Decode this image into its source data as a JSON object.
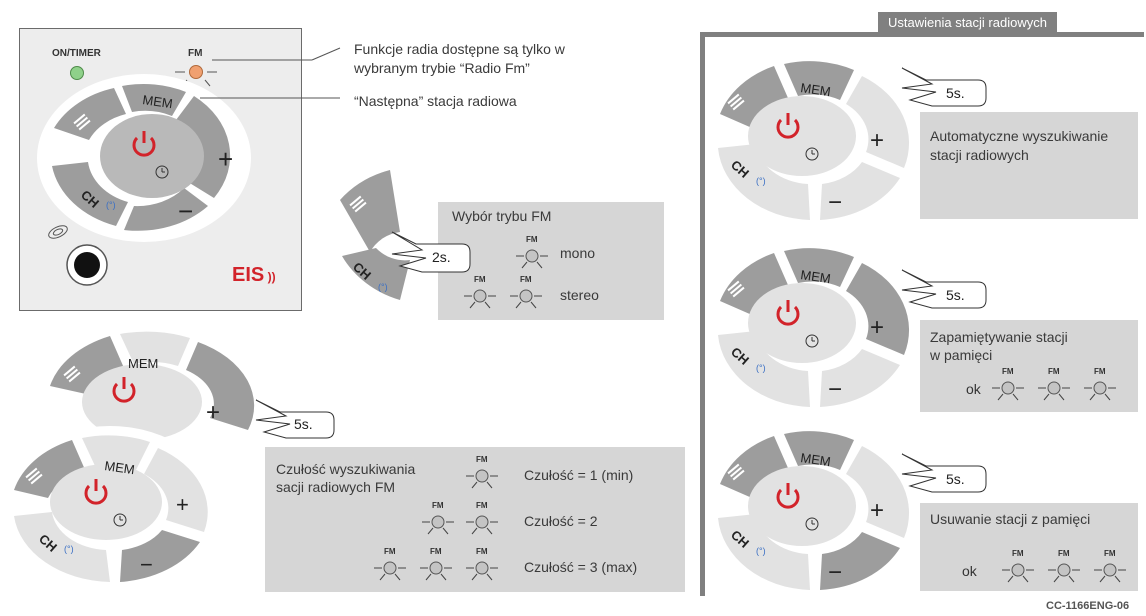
{
  "device": {
    "on_timer_label": "ON/TIMER",
    "fm_label": "FM",
    "brand": "EIS",
    "mem_label": "MEM",
    "ch_label": "CH",
    "plus": "+",
    "minus": "−"
  },
  "callouts": {
    "fm_only_line1": "Funkcje radia dostępne są tylko w",
    "fm_only_line2": "wybranym trybie “Radio Fm”",
    "next_station": "“Następna” stacja radiowa"
  },
  "fm_mode": {
    "title": "Wybór trybu FM",
    "hold": "2s.",
    "mono": "mono",
    "stereo": "stereo",
    "fm": "FM"
  },
  "sensitivity": {
    "hold": "5s.",
    "title_line1": "Czułość wyszukiwania",
    "title_line2": "sacji radiowych FM",
    "level1": "Czułość = 1 (min)",
    "level2": "Czułość = 2",
    "level3": "Czułość = 3 (max)",
    "fm": "FM"
  },
  "station_settings": {
    "header": "Ustawienia stacji radiowych",
    "auto_search": {
      "hold": "5s.",
      "line1": "Automatyczne wyszukiwanie",
      "line2": "stacji radiowych"
    },
    "memorize": {
      "hold": "5s.",
      "line1": "Zapamiętywanie stacji",
      "line2": "w pamięci",
      "ok": "ok",
      "fm": "FM"
    },
    "delete": {
      "hold": "5s.",
      "line1": "Usuwanie stacji z pamięci",
      "ok": "ok",
      "fm": "FM"
    }
  },
  "doc_code": "CC-1166ENG-06",
  "colors": {
    "panel_gray": "#d6d6d6",
    "button_light": "#e2e2e2",
    "button_dark": "#9d9d9d",
    "power_red": "#d2232a",
    "led_green": "#8fd18a",
    "led_orange": "#f0a070",
    "ch_blue": "#3a6fc4",
    "header_gray": "#808080"
  }
}
